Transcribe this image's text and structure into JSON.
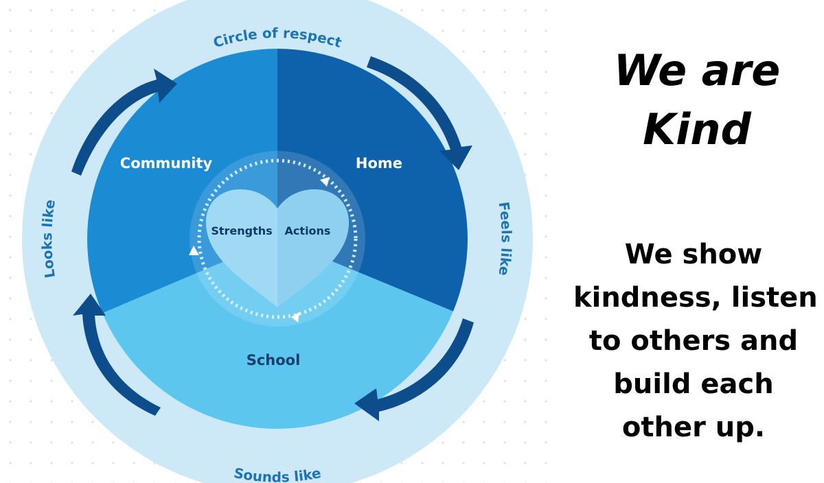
{
  "diagram": {
    "ring_labels": {
      "top": "Circle of respect",
      "right": "Feels like",
      "bottom": "Sounds like",
      "left": "Looks like"
    },
    "segments": {
      "community": "Community",
      "home": "Home",
      "school": "School"
    },
    "heart": {
      "left": "Strengths",
      "right": "Actions"
    },
    "colors": {
      "outer_ring": "#cde9f8",
      "community": "#1b8bd4",
      "home": "#0e62ab",
      "school": "#5cc6ef",
      "arrows": "#0e4d8c",
      "heart": "#9fd9f4"
    }
  },
  "headline": {
    "line1": "We are",
    "line2": "Kind"
  },
  "message": {
    "lines": [
      "We show",
      "kindness, listen",
      "to others and",
      "build each",
      "other up."
    ]
  }
}
